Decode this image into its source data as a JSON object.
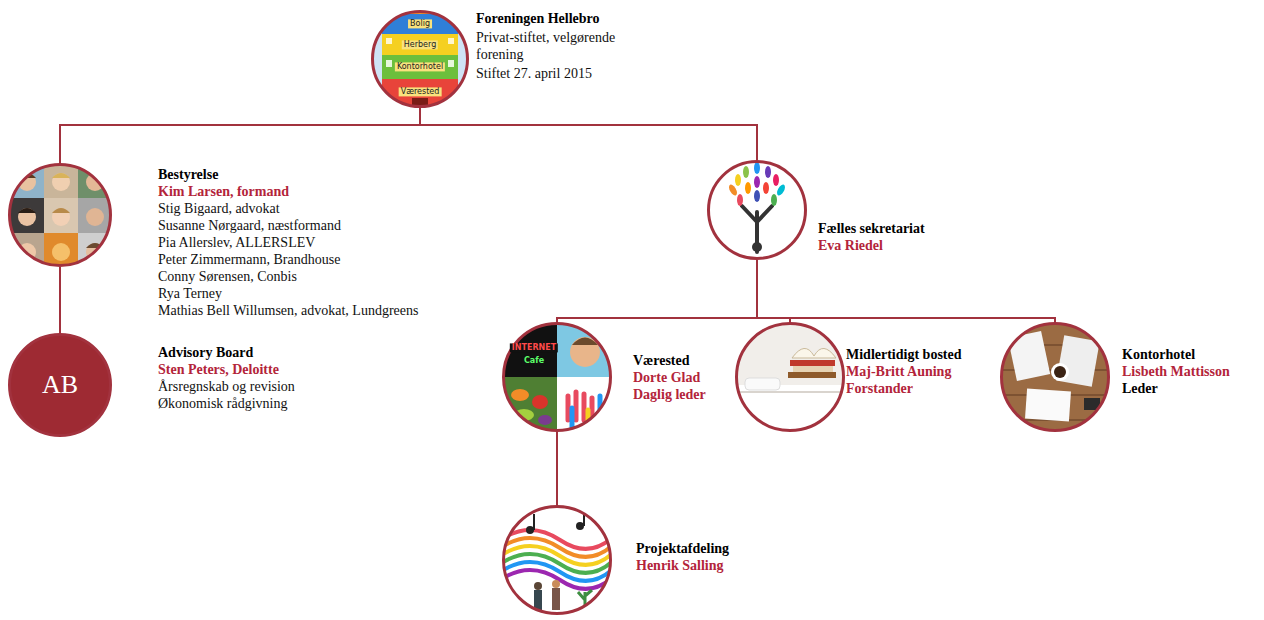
{
  "diagram": {
    "nodes": [
      {
        "text": [
          "Foreningen Hellebro",
          "Privat-stiftet, velgørende forening",
          "Stiftet 27. april 2015"
        ]
      },
      {
        "text": [
          "Bestyrelse",
          "Kim Larsen, formand",
          "Stig Bigaard, advokat",
          "Susanne Nørgaard, næstformand",
          "Pia Allerslev, ALLERSLEV",
          "Peter Zimmermann, Brandhouse",
          "Conny Sørensen, Conbis",
          "Rya Terney",
          "Mathias Bell Willumsen, advokat, Lundgreens"
        ]
      },
      {
        "text": [
          "AB",
          "Advisory Board",
          "Sten Peters, Deloitte",
          "Årsregnskab og revision",
          "Økonomisk rådgivning"
        ]
      },
      {
        "text": [
          "Fælles sekretariat",
          "Eva Riedel"
        ]
      },
      {
        "text": [
          "Værested",
          "Dorte Glad",
          "Daglig leder"
        ]
      },
      {
        "text": [
          "Midlertidigt bosted",
          "Maj-Britt Auning",
          "Forstander"
        ]
      },
      {
        "text": [
          "Kontorhotel",
          "Lisbeth Mattisson",
          "Leder"
        ]
      },
      {
        "text": [
          "Projektafdeling",
          "Henrik Salling"
        ]
      }
    ],
    "edges": [
      {
        "from": 0,
        "to": 1,
        "arrow": "none"
      },
      {
        "from": 0,
        "to": 3,
        "arrow": "none"
      },
      {
        "from": 1,
        "to": 2,
        "arrow": "none"
      },
      {
        "from": 3,
        "to": 4,
        "arrow": "none"
      },
      {
        "from": 3,
        "to": 5,
        "arrow": "none"
      },
      {
        "from": 3,
        "to": 6,
        "arrow": "none"
      },
      {
        "from": 4,
        "to": 7,
        "arrow": "none"
      }
    ],
    "labels": [
      "Bolig",
      "Herberg",
      "Kontorhotel",
      "Værested",
      "INTERNET",
      "Cafe"
    ]
  }
}
